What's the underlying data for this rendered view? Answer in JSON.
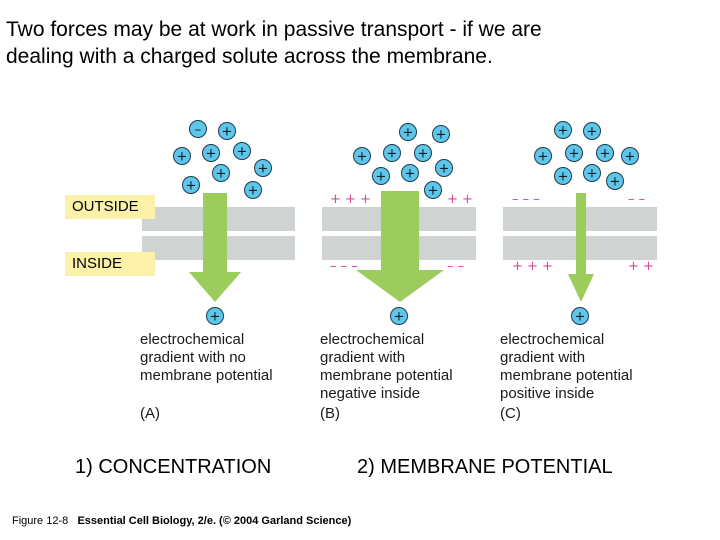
{
  "heading": {
    "line1": "Two forces may be at work in passive transport - if we are",
    "line2": "dealing with a charged solute across the membrane."
  },
  "labels": {
    "outside": "OUTSIDE",
    "inside": "INSIDE"
  },
  "panels": [
    {
      "letter": "(A)",
      "caption": [
        "electrochemical",
        "gradient with no",
        "membrane potential"
      ]
    },
    {
      "letter": "(B)",
      "caption": [
        "electrochemical",
        "gradient with",
        "membrane potential",
        "negative inside"
      ]
    },
    {
      "letter": "(C)",
      "caption": [
        "electrochemical",
        "gradient with",
        "membrane potential",
        "positive inside"
      ]
    }
  ],
  "captions": {
    "concentration": "1) CONCENTRATION",
    "membrane_potential": "2) MEMBRANE POTENTIAL"
  },
  "credit": {
    "figure": "Figure 12-8",
    "book": "Essential Cell Biology, 2/e. (© 2004 Garland Science)"
  },
  "symbols": {
    "plus": "+",
    "minus": "–"
  },
  "colors": {
    "ion_fill": "#5ec6ea",
    "arrow": "#9ccc5b",
    "membrane": "#cfd3d1",
    "charge": "#d9489a",
    "label_bg": "#fbf1a8"
  }
}
